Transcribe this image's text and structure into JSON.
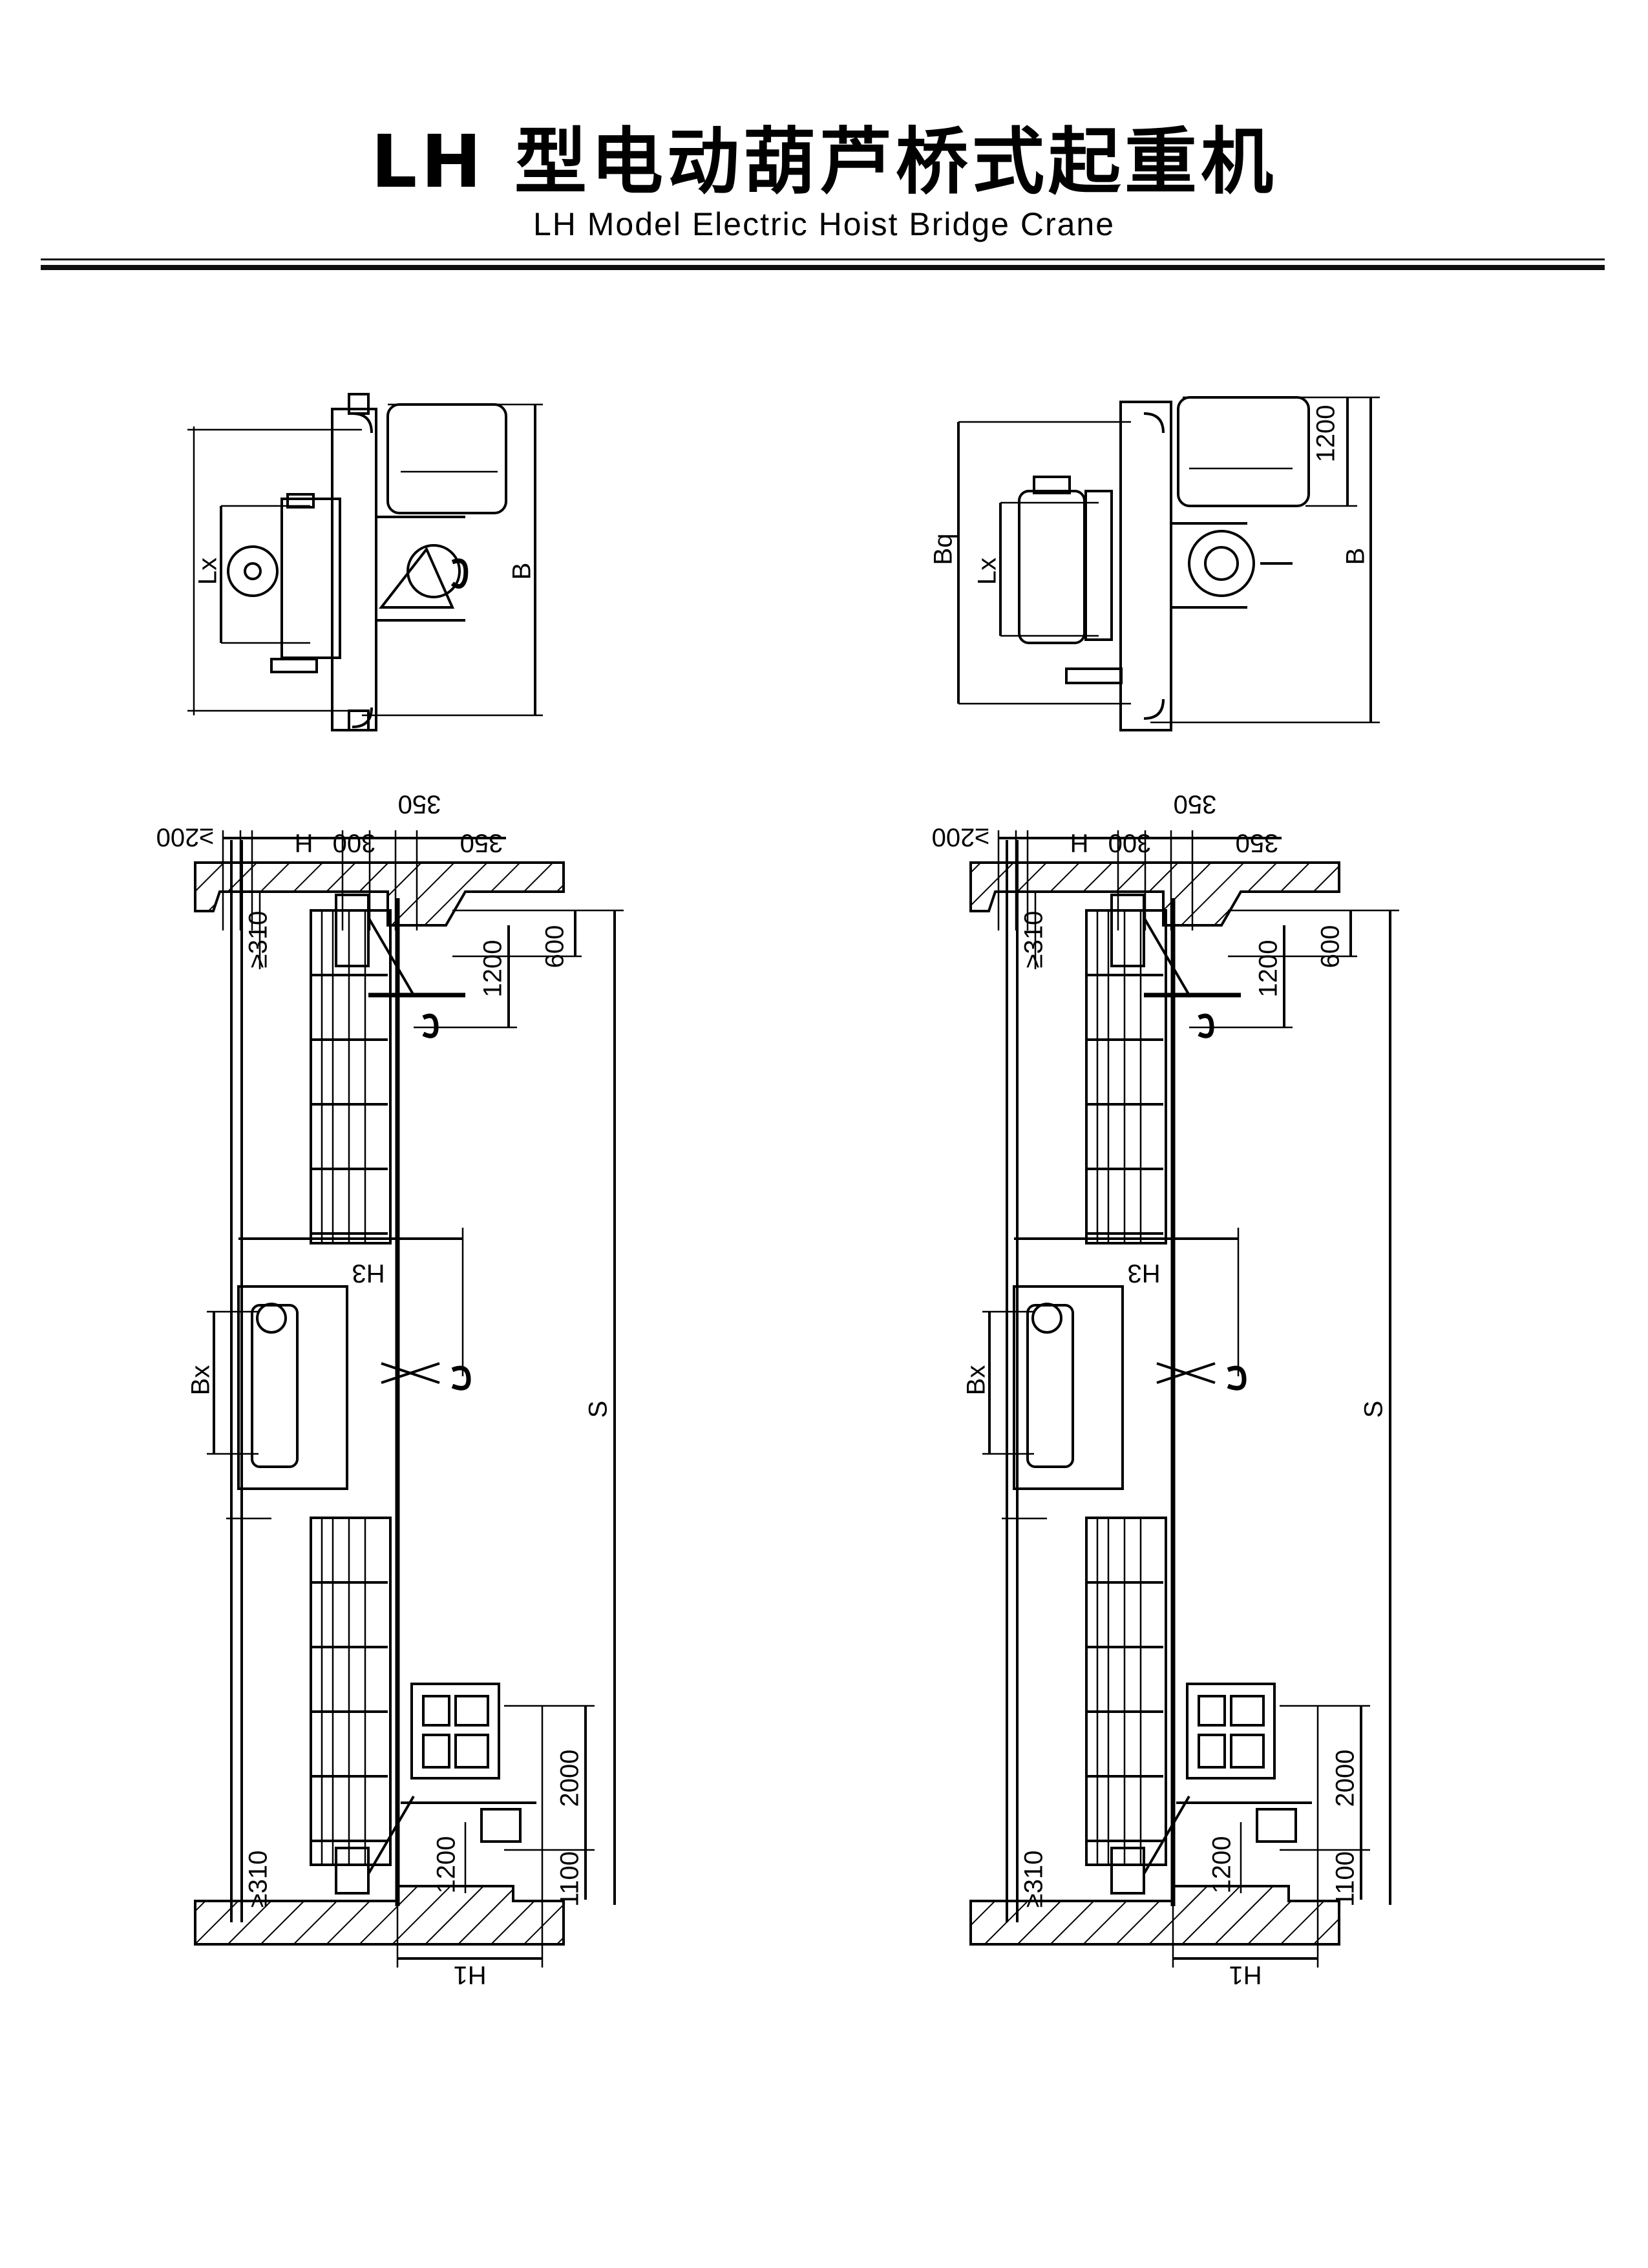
{
  "header": {
    "title_cn": "LH 型电动葫芦桥式起重机",
    "title_en": "LH Model Electric Hoist Bridge Crane"
  },
  "top_view_left": {
    "labels": {
      "lx": "Lx",
      "b": "B"
    }
  },
  "top_view_right": {
    "labels": {
      "bq": "Bq",
      "lx": "Lx",
      "h1200": "1200",
      "b": "B"
    }
  },
  "side_view_left": {
    "labels": {
      "d200": "≥200",
      "h": "H",
      "d300": "300",
      "d350_top": "350",
      "d350": "350",
      "d310_top": "≥310",
      "d1200_top": "1200",
      "d600": "600",
      "h3": "H3",
      "bx": "Bx",
      "s": "S",
      "d2000": "2000",
      "d1100": "1100",
      "d1200_bot": "1200",
      "d310_bot": "≥310",
      "h1": "H1"
    }
  },
  "side_view_right": {
    "labels": {
      "d200": "≥200",
      "h": "H",
      "d300": "300",
      "d350_top": "350",
      "d350": "350",
      "d310_top": "≥310",
      "d1200_top": "1200",
      "d600": "600",
      "h3": "H3",
      "bx": "Bx",
      "s": "S",
      "d2000": "2000",
      "d1100": "1100",
      "d1200_bot": "1200",
      "d310_bot": "≥310",
      "h1": "H1"
    }
  }
}
